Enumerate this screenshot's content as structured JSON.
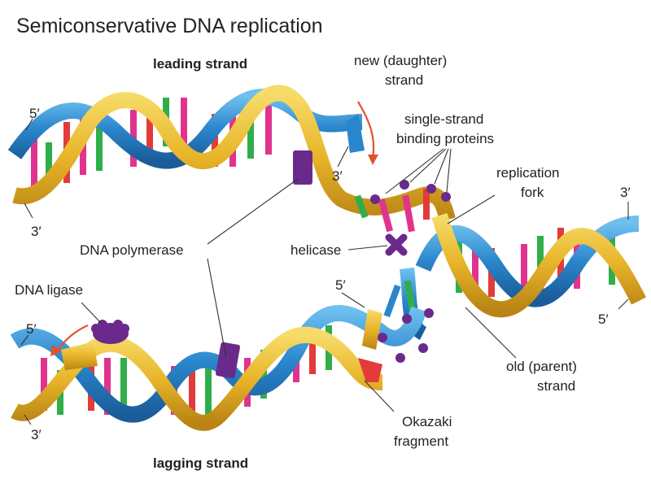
{
  "title": "Semiconservative DNA replication",
  "labels": {
    "leading_strand": "leading strand",
    "lagging_strand": "lagging strand",
    "new_strand_line1": "new (daughter)",
    "new_strand_line2": "strand",
    "ssb_line1": "single-strand",
    "ssb_line2": "binding proteins",
    "replication_fork_line1": "replication",
    "replication_fork_line2": "fork",
    "dna_polymerase": "DNA polymerase",
    "helicase": "helicase",
    "dna_ligase": "DNA ligase",
    "old_strand_line1": "old (parent)",
    "old_strand_line2": "strand",
    "okazaki_line1": "Okazaki",
    "okazaki_line2": "fragment"
  },
  "ends": {
    "top_left_5": "5′",
    "top_left_3": "3′",
    "new_strand_3": "3′",
    "right_top_3": "3′",
    "right_bottom_5": "5′",
    "lagging_5": "5′",
    "bottom_left_5": "5′",
    "bottom_left_3": "3′"
  },
  "colors": {
    "blue_strand": "#2a86cc",
    "gold_strand": "#e8b52a",
    "base_magenta": "#e0338f",
    "base_green": "#2fae4a",
    "base_red": "#e33a3a",
    "base_purple": "#8a3fb0",
    "enzyme_purple": "#6a2a8c",
    "arrow_red": "#e2532a"
  }
}
